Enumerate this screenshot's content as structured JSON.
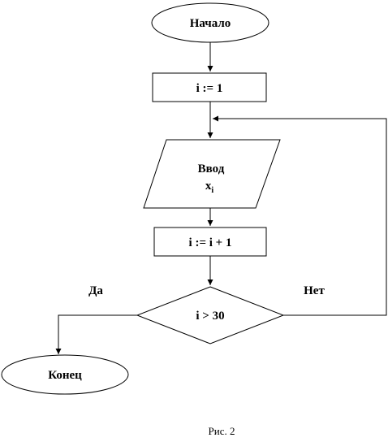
{
  "diagram": {
    "nodes": {
      "start": {
        "label": "Начало",
        "shape": "terminator"
      },
      "init": {
        "label": "i := 1",
        "shape": "process"
      },
      "input": {
        "label": "Ввод",
        "variable": "x",
        "subscript": "i",
        "shape": "input-output"
      },
      "increment": {
        "label": "i := i + 1",
        "shape": "process"
      },
      "condition": {
        "label": "i > 30",
        "shape": "decision"
      },
      "end": {
        "label": "Конец",
        "shape": "terminator"
      }
    },
    "branches": {
      "yes": "Да",
      "no": "Нет"
    },
    "caption": "Рис. 2",
    "colors": {
      "stroke": "#000000",
      "fill": "#ffffff"
    }
  }
}
